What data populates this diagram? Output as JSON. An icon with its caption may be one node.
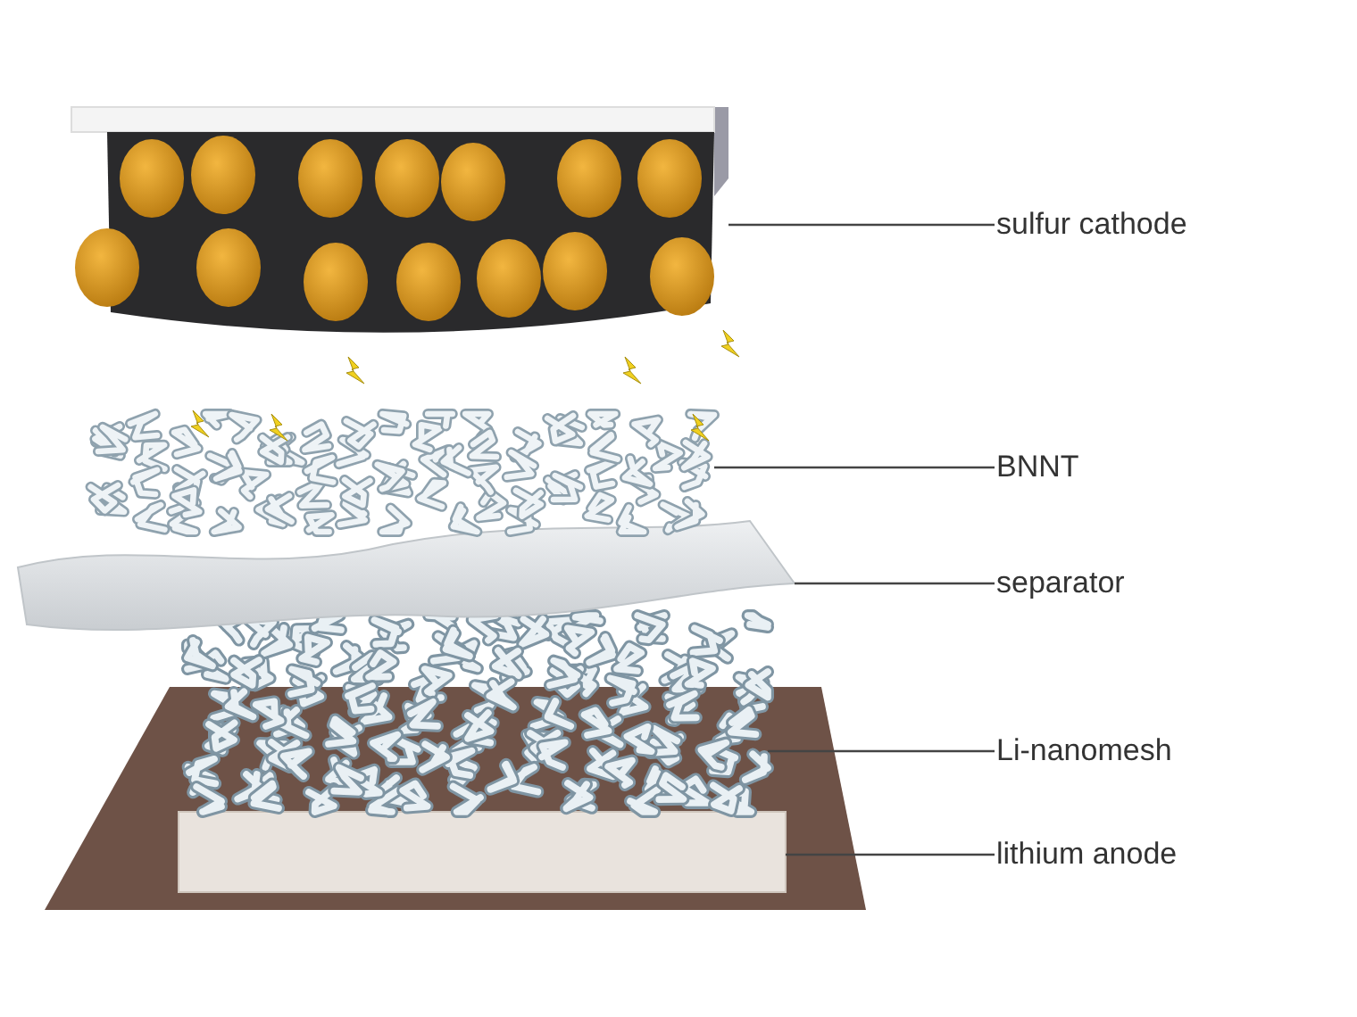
{
  "diagram": {
    "nodes": [
      {
        "text": [],
        "shape": "picture"
      },
      {
        "text": [
          "sulfur cathode"
        ]
      },
      {
        "text": [],
        "shape": "picture"
      },
      {
        "text": [
          "BNNT"
        ]
      },
      {
        "text": [],
        "shape": "picture"
      },
      {
        "text": [
          "separator"
        ]
      },
      {
        "text": [],
        "shape": "picture"
      },
      {
        "text": [
          "Li-nanomesh"
        ]
      },
      {
        "text": [],
        "shape": "picture"
      },
      {
        "text": [
          "lithium anode"
        ]
      }
    ],
    "edges": [
      {
        "from": 1,
        "to": 0,
        "arrow": "none"
      },
      {
        "from": 3,
        "to": 2,
        "arrow": "none"
      },
      {
        "from": 5,
        "to": 4,
        "arrow": "none"
      },
      {
        "from": 7,
        "to": 6,
        "arrow": "none"
      },
      {
        "from": 9,
        "to": 8,
        "arrow": "none"
      }
    ]
  }
}
